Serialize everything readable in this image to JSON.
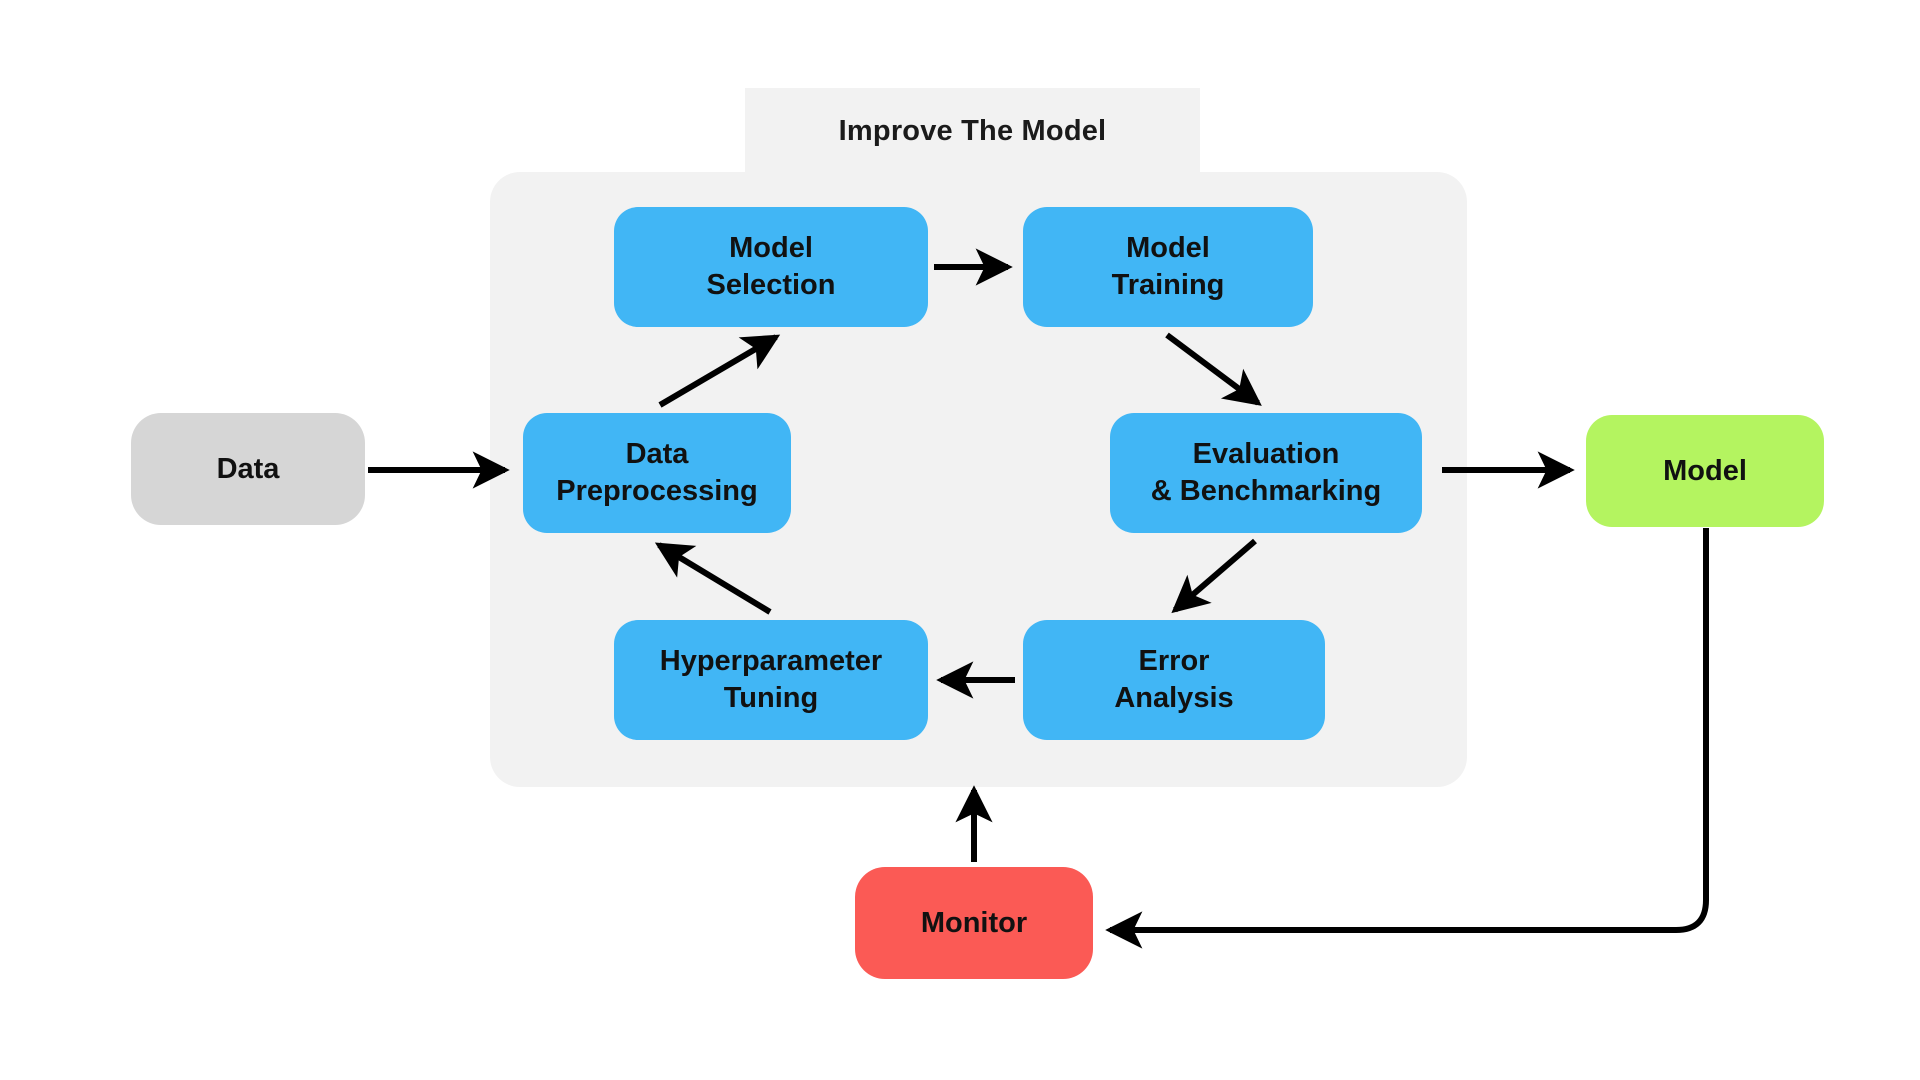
{
  "diagram": {
    "title": "Improve The Model",
    "background_color": "#ffffff",
    "panel_color": "#f2f2f2",
    "nodes": {
      "data": {
        "label": "Data",
        "color": "#d6d6d6"
      },
      "model_selection": {
        "label": "Model\nSelection",
        "color": "#41b6f5"
      },
      "model_training": {
        "label": "Model\nTraining",
        "color": "#41b6f5"
      },
      "data_preprocessing": {
        "label": "Data\nPreprocessing",
        "color": "#41b6f5"
      },
      "evaluation": {
        "label": "Evaluation\n& Benchmarking",
        "color": "#41b6f5"
      },
      "hyperparameter_tuning": {
        "label": "Hyperparameter\nTuning",
        "color": "#41b6f5"
      },
      "error_analysis": {
        "label": "Error\nAnalysis",
        "color": "#41b6f5"
      },
      "model": {
        "label": "Model",
        "color": "#b4f460"
      },
      "monitor": {
        "label": "Monitor",
        "color": "#fb5a55"
      }
    },
    "edges": [
      {
        "from": "data",
        "to": "data_preprocessing",
        "style": "straight-arrow"
      },
      {
        "from": "data_preprocessing",
        "to": "model_selection",
        "style": "diagonal-arrow"
      },
      {
        "from": "model_selection",
        "to": "model_training",
        "style": "straight-arrow"
      },
      {
        "from": "model_training",
        "to": "evaluation",
        "style": "diagonal-arrow"
      },
      {
        "from": "evaluation",
        "to": "error_analysis",
        "style": "diagonal-arrow"
      },
      {
        "from": "error_analysis",
        "to": "hyperparameter_tuning",
        "style": "straight-arrow"
      },
      {
        "from": "hyperparameter_tuning",
        "to": "data_preprocessing",
        "style": "diagonal-arrow"
      },
      {
        "from": "evaluation",
        "to": "model",
        "style": "straight-arrow"
      },
      {
        "from": "model",
        "to": "monitor",
        "style": "elbow-arrow"
      },
      {
        "from": "monitor",
        "to": "improve_the_model_panel",
        "style": "straight-arrow"
      }
    ]
  }
}
